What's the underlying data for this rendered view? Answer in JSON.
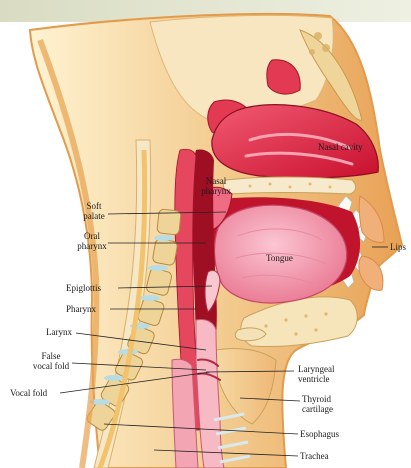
{
  "labels": {
    "nasal_cavity": "Nasal cavity",
    "nasal_pharynx": "Nasal\npharynx",
    "soft_palate": "Soft\npalate",
    "oral_pharynx": "Oral\npharynx",
    "tongue": "Tongue",
    "lips": "Lips",
    "epiglottis": "Epiglottis",
    "pharynx": "Pharynx",
    "larynx": "Larynx",
    "false_vocal_fold": "False\nvocal fold",
    "vocal_fold": "Vocal fold",
    "laryngeal_ventricle": "Laryngeal\nventricle",
    "thyroid_cartilage": "Thyroid\ncartilage",
    "esophagus": "Esophagus",
    "trachea": "Trachea"
  },
  "colors": {
    "skin": "#f2c98a",
    "skin_edge": "#e59a4c",
    "mucosa": "#d7263d",
    "mucosa_light": "#f08aa0",
    "tongue": "#f4a1b6",
    "bone": "#f6e2b0",
    "cartilage": "#b9dfe6",
    "vertebra": "#efd9a0"
  }
}
